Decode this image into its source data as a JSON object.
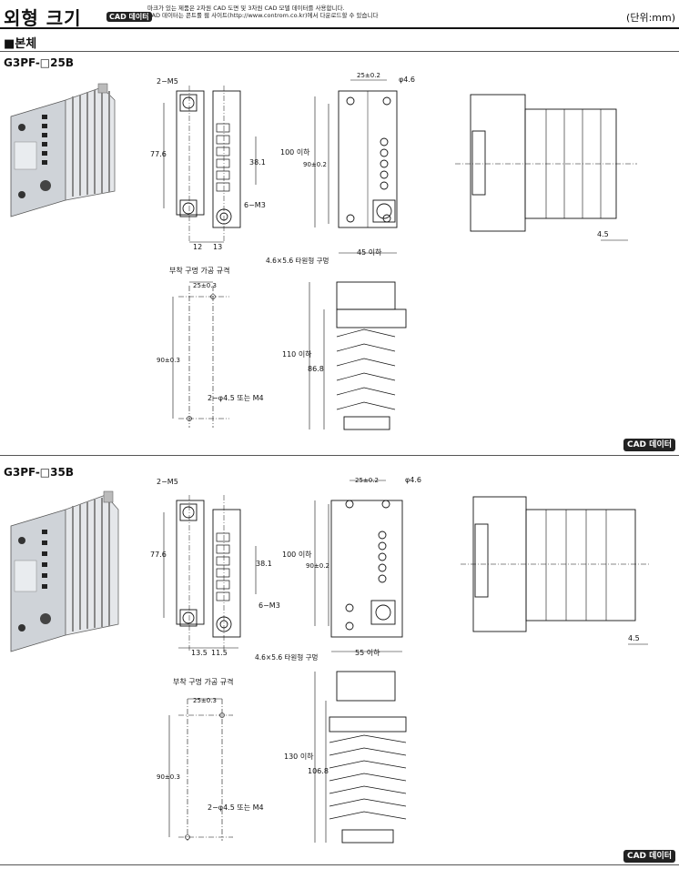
{
  "header": {
    "title": "외형 크기",
    "cad_badge": "CAD 데이터",
    "note_line1": "마크가 있는 제품은 2차원 CAD 도면 및 3차원 CAD 모델 데이터를 사용합니다.",
    "note_line2": "CAD 데이터는 콘트롤 웹 사이트(http://www.controm.co.kr)에서 다운로드할 수 있습니다",
    "unit": "(단위:mm)"
  },
  "section": {
    "label": "■본체"
  },
  "products": [
    {
      "model": "G3PF-□25B",
      "dims": {
        "screw_m5": "2−M5",
        "height_776": "77.6",
        "pitch_381": "38.1",
        "screw_m3": "6−M3",
        "w12": "12",
        "w13": "13",
        "w25": "25±0.2",
        "phi46": "φ4.6",
        "h100": "100 이하",
        "h90": "90±0.2",
        "hole": "4.6×5.6 타원형 구멍",
        "width": "45 이하",
        "side45": "4.5",
        "mount_title": "부착 구멍 가공 규격",
        "mount25": "25±0.3",
        "mount90": "90±0.3",
        "mount_hole": "2−φ4.5 또는 M4",
        "depth": "110 이하",
        "depth2": "86.8"
      },
      "cad_label": "CAD 데이터"
    },
    {
      "model": "G3PF-□35B",
      "dims": {
        "screw_m5": "2−M5",
        "height_776": "77.6",
        "pitch_381": "38.1",
        "screw_m3": "6−M3",
        "w12": "13.5",
        "w13": "11.5",
        "w25": "25±0.2",
        "phi46": "φ4.6",
        "h100": "100 이하",
        "h90": "90±0.2",
        "hole": "4.6×5.6 타원형 구멍",
        "width": "55 이하",
        "side45": "4.5",
        "mount_title": "부착 구멍 가공 규격",
        "mount25": "25±0.3",
        "mount90": "90±0.3",
        "mount_hole": "2−φ4.5 또는 M4",
        "depth": "130 이하",
        "depth2": "106.8"
      },
      "cad_label": "CAD 데이터"
    }
  ]
}
